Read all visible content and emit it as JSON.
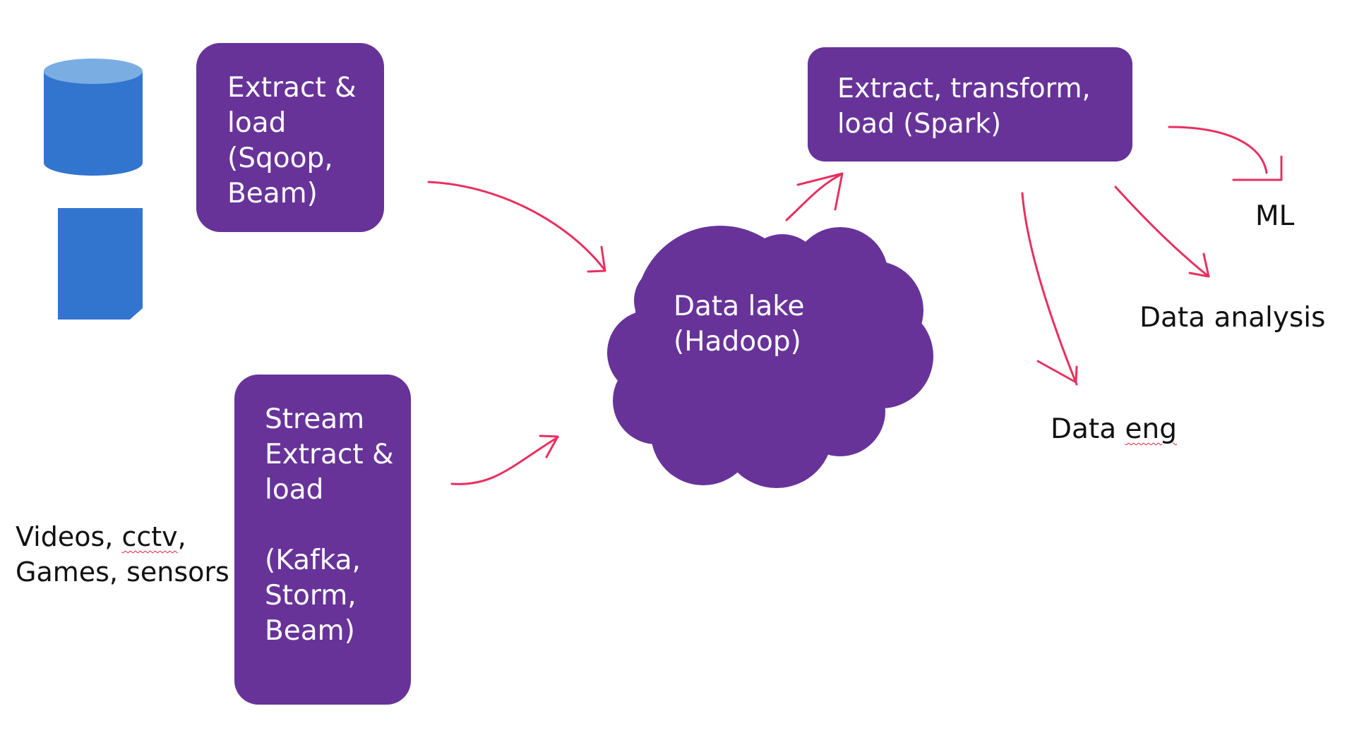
{
  "colors": {
    "box_fill": "#673399",
    "arrow_stroke": "#e8305f",
    "db_top": "#7aaee3",
    "db_body": "#3175cf",
    "box_text": "#ffffff",
    "label_text": "#111111"
  },
  "icons": {
    "database": "database-cylinder-icon",
    "document": "document-page-icon"
  },
  "boxes": {
    "extract_load": {
      "lines": [
        "Extract &",
        "load",
        "(Sqoop,",
        "Beam)"
      ]
    },
    "stream": {
      "lines": [
        "Stream",
        "Extract &",
        "load",
        "",
        "(Kafka,",
        "Storm,",
        "Beam)"
      ]
    },
    "etl": {
      "lines": [
        "Extract, transform,",
        "load (Spark)"
      ]
    },
    "data_lake": {
      "lines": [
        "Data lake",
        "(Hadoop)"
      ]
    }
  },
  "labels": {
    "sources_line1_a": "Videos, ",
    "sources_line1_b": "cctv",
    "sources_line1_c": ",",
    "sources_line2": "Games, sensors",
    "ml": "ML",
    "data_analysis": "Data analysis",
    "data_eng_a": "Data ",
    "data_eng_b": "eng"
  }
}
